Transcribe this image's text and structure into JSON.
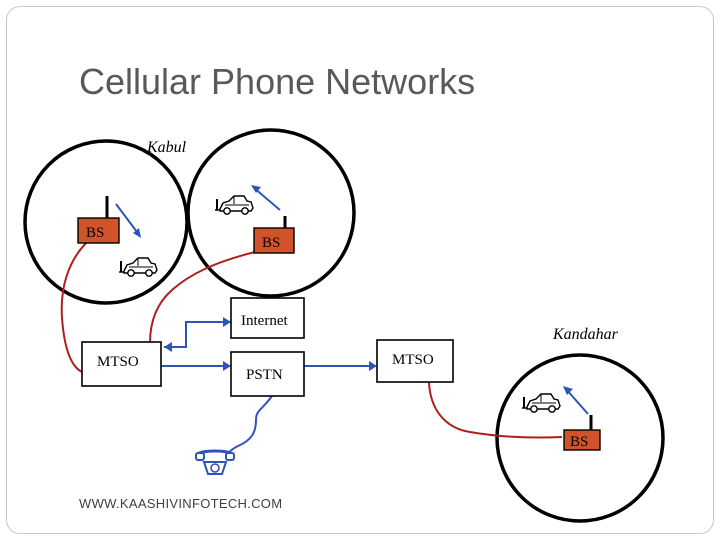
{
  "slide": {
    "title": "Cellular Phone Networks",
    "footer": "WWW.KAASHIVINFOTECH.COM"
  },
  "cities": {
    "kabul": "Kabul",
    "kandahar": "Kandahar"
  },
  "nodes": {
    "bs_kabul_left": "BS",
    "bs_kabul_right": "BS",
    "bs_kandahar": "BS",
    "mtso_left": "MTSO",
    "mtso_right": "MTSO",
    "internet": "Internet",
    "pstn": "PSTN"
  },
  "icons": {
    "car": "car-phone-icon",
    "phone": "telephone-icon",
    "antenna": "antenna-icon"
  },
  "colors": {
    "bs_fill": "#d0532a",
    "red_link": "#b01e1e",
    "blue_link": "#2f54b8",
    "title": "#595959"
  }
}
